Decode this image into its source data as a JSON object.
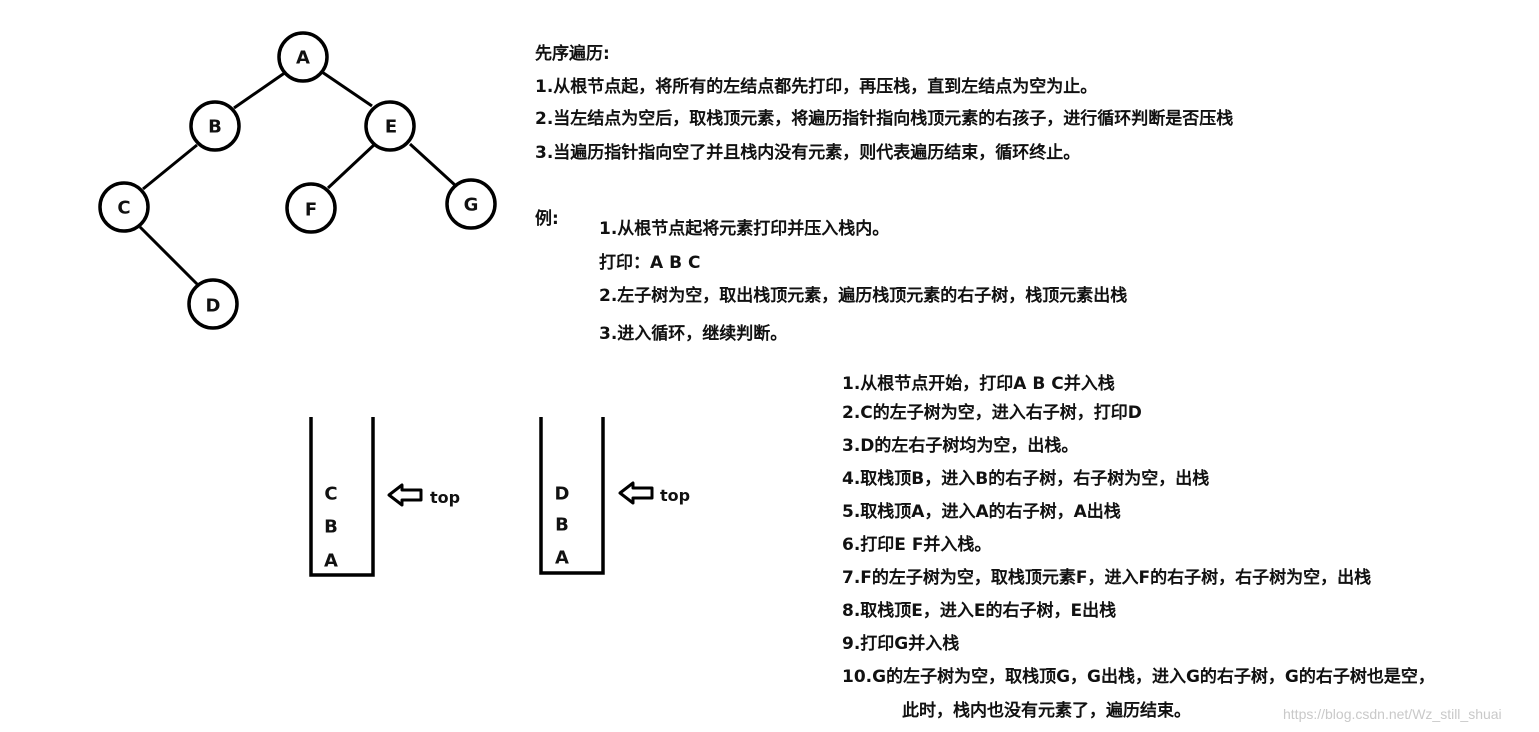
{
  "tree": {
    "nodes": {
      "A": "A",
      "B": "B",
      "C": "C",
      "D": "D",
      "E": "E",
      "F": "F",
      "G": "G"
    }
  },
  "stack1": {
    "items": [
      "C",
      "B",
      "A"
    ],
    "pointer_label": "top"
  },
  "stack2": {
    "items": [
      "D",
      "B",
      "A"
    ],
    "pointer_label": "top"
  },
  "description": {
    "title": "先序遍历:",
    "steps": [
      "1.从根节点起，将所有的左结点都先打印，再压栈，直到左结点为空为止。",
      "2.当左结点为空后，取栈顶元素，将遍历指针指向栈顶元素的右孩子，进行循环判断是否压栈",
      "3.当遍历指针指向空了并且栈内没有元素，则代表遍历结束，循环终止。"
    ]
  },
  "example": {
    "label": "例:",
    "steps": [
      "1.从根节点起将元素打印并压入栈内。",
      "打印：A  B  C",
      "2.左子树为空，取出栈顶元素，遍历栈顶元素的右子树，栈顶元素出栈",
      "3.进入循环，继续判断。"
    ]
  },
  "walkthrough": [
    "1.从根节点开始，打印A  B  C并入栈",
    "2.C的左子树为空，进入右子树，打印D",
    "3.D的左右子树均为空，出栈。",
    "4.取栈顶B，进入B的右子树，右子树为空，出栈",
    "5.取栈顶A，进入A的右子树，A出栈",
    "6.打印E  F并入栈。",
    "7.F的左子树为空，取栈顶元素F，进入F的右子树，右子树为空，出栈",
    "8.取栈顶E，进入E的右子树，E出栈",
    "9.打印G并入栈",
    "10.G的左子树为空，取栈顶G，G出栈，进入G的右子树，G的右子树也是空，",
    "此时，栈内也没有元素了，遍历结束。"
  ],
  "watermark": "https://blog.csdn.net/Wz_still_shuai"
}
